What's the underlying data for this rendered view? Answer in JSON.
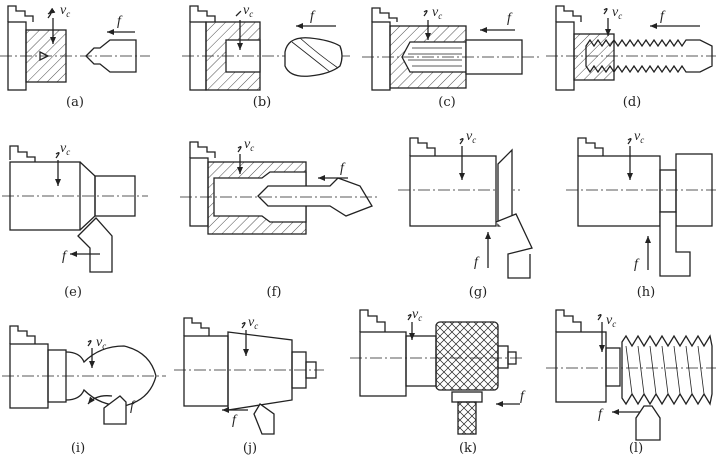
{
  "title": "",
  "symbols": {
    "cutting_speed": "v",
    "cutting_speed_sub": "c",
    "feed": "f"
  },
  "panels": [
    {
      "id": "a",
      "caption": "(a)"
    },
    {
      "id": "b",
      "caption": "(b)"
    },
    {
      "id": "c",
      "caption": "(c)"
    },
    {
      "id": "d",
      "caption": "(d)"
    },
    {
      "id": "e",
      "caption": "(e)"
    },
    {
      "id": "f",
      "caption": "(f)"
    },
    {
      "id": "g",
      "caption": "(g)"
    },
    {
      "id": "h",
      "caption": "(h)"
    },
    {
      "id": "i",
      "caption": "(i)"
    },
    {
      "id": "j",
      "caption": "(j)"
    },
    {
      "id": "k",
      "caption": "(k)"
    },
    {
      "id": "l",
      "caption": "(l)"
    }
  ]
}
